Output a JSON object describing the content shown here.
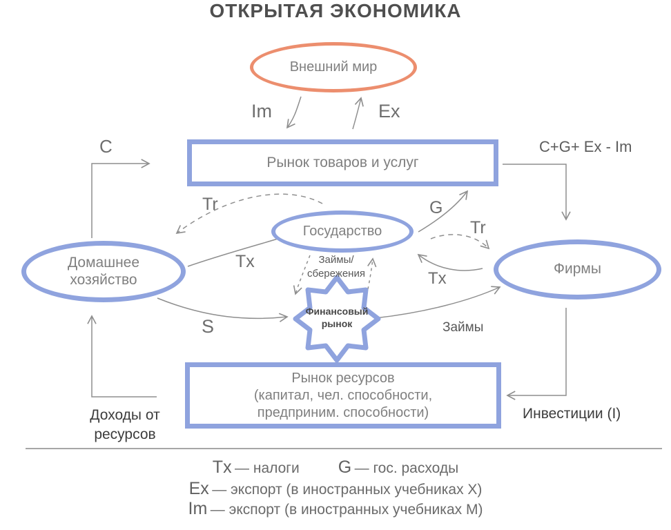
{
  "title": "ОТКРЫТАЯ ЭКОНОМИКА",
  "nodes": {
    "external_world": {
      "label": "Внешний мир"
    },
    "goods_market": {
      "label": "Рынок товаров и услуг"
    },
    "government": {
      "label": "Государство"
    },
    "household": {
      "line1": "Домашнее",
      "line2": "хозяйство"
    },
    "firms": {
      "label": "Фирмы"
    },
    "financial_market": {
      "line1": "Финансовый",
      "line2": "рынок"
    },
    "resource_market": {
      "line1": "Рынок ресурсов",
      "line2": "(капитал, чел. способности,",
      "line3": "предприним. способности)"
    }
  },
  "flows": {
    "imports": "Im",
    "exports": "Ex",
    "consumption": "C",
    "aggregate_demand": "C+G+ Ex - Im",
    "transfers_left": "Tr",
    "taxes_left": "Tx",
    "gov_spending": "G",
    "transfers_right": "Tr",
    "taxes_right": "Tx",
    "loans_savings_line1": "Займы/",
    "loans_savings_line2": "сбережения",
    "savings": "S",
    "loans": "Займы",
    "resource_income_line1": "Доходы от",
    "resource_income_line2": "ресурсов",
    "investments": "Инвестиции (I)"
  },
  "legend": {
    "items": [
      {
        "term": "Tx",
        "text": "— налоги"
      },
      {
        "term": "G",
        "text": "— гос. расходы"
      },
      {
        "term": "Ex",
        "text": "— экспорт (в иностранных учебниках X)"
      },
      {
        "term": "Im",
        "text": "— экспорт (в иностранных учебниках M)"
      }
    ]
  },
  "colors": {
    "node_blue": "#8FA3DE",
    "external_orange": "#EC8E6E",
    "arrow_gray": "#8e8e8e"
  }
}
